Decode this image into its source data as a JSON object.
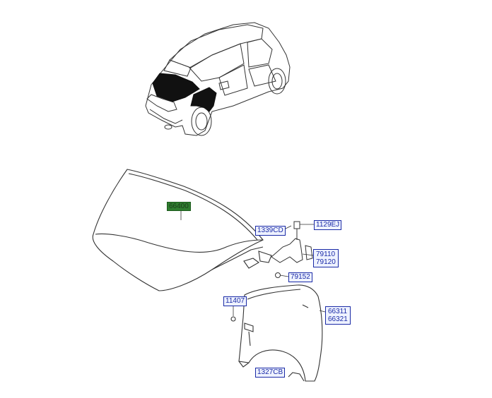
{
  "labels": {
    "hood": "66400",
    "hinge_bolt": "1129EJ",
    "hinge_nut": "1339CD",
    "hinge_lh": "79110",
    "hinge_rh": "79120",
    "hinge_bolt2": "79152",
    "fender_bolt": "11407",
    "fender_lh": "66311",
    "fender_rh": "66321",
    "fender_screw": "1327CB"
  },
  "colors": {
    "label_text": "#1a2aa6",
    "label_fill": "#eef2ff",
    "highlight_fill": "#2f7d2f",
    "line": "#333333",
    "part_black": "#111111"
  }
}
